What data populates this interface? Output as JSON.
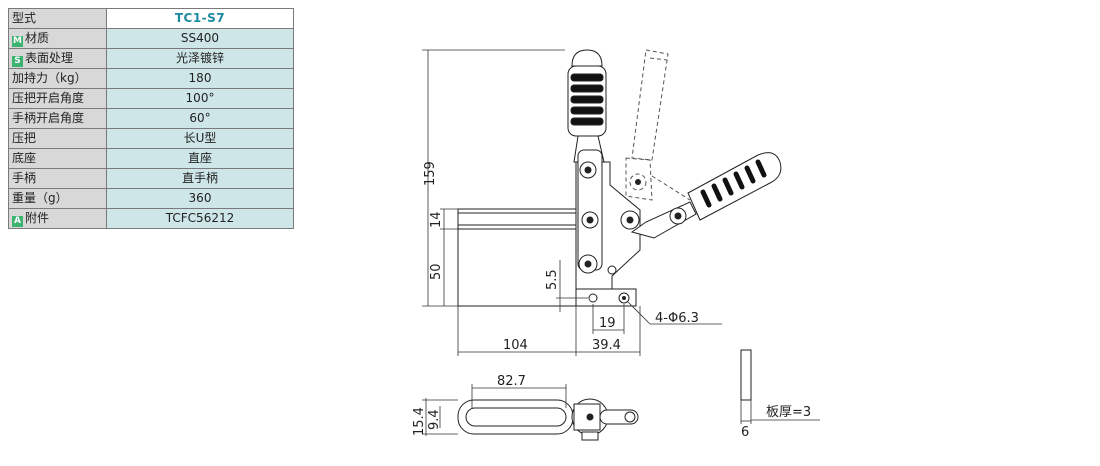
{
  "spec_table": {
    "rows": [
      {
        "key": "型式",
        "value": "TC1-S7"
      },
      {
        "key": "材质",
        "badge": "M",
        "value": "SS400"
      },
      {
        "key": "表面处理",
        "badge": "S",
        "value": "光泽镀锌"
      },
      {
        "key": "加持力（kg）",
        "value": "180"
      },
      {
        "key": "压把开启角度",
        "value": "100°"
      },
      {
        "key": "手柄开启角度",
        "value": "60°"
      },
      {
        "key": "压把",
        "value": "长U型"
      },
      {
        "key": "底座",
        "value": "直座"
      },
      {
        "key": "手柄",
        "value": "直手柄"
      },
      {
        "key": "重量（g）",
        "value": "360"
      },
      {
        "key": "附件",
        "badge": "A",
        "value": "TCFC56212"
      }
    ],
    "badge_color": "#3cb371"
  },
  "dimensions": {
    "total_height": "159",
    "arm_thickness": "14",
    "base_height": "50",
    "offset": "5.5",
    "hole_pitch": "19",
    "holes": "4-Φ6.3",
    "arm_length": "104",
    "base_length": "39.4",
    "top_length": "82.7",
    "top_height_outer": "15.4",
    "top_height_inner": "9.4",
    "plate_thickness_value": "6",
    "plate_thickness_label": "板厚=3"
  },
  "colors": {
    "line": "#222222",
    "dash": "#555555"
  }
}
